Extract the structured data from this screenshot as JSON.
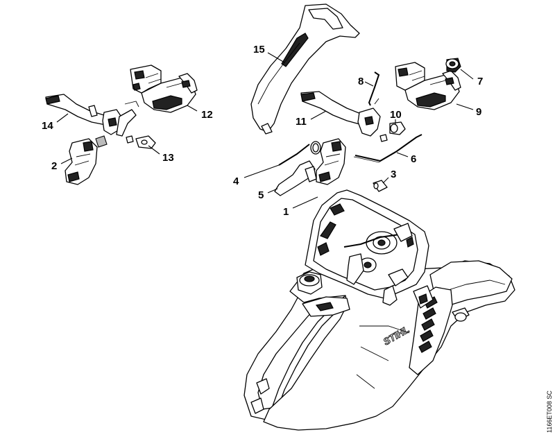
{
  "labels": [
    {
      "id": "l1",
      "text": "1"
    },
    {
      "id": "l2",
      "text": "2"
    },
    {
      "id": "l3",
      "text": "3"
    },
    {
      "id": "l4",
      "text": "4"
    },
    {
      "id": "l5",
      "text": "5"
    },
    {
      "id": "l6",
      "text": "6"
    },
    {
      "id": "l7",
      "text": "7"
    },
    {
      "id": "l8",
      "text": "8"
    },
    {
      "id": "l9",
      "text": "9"
    },
    {
      "id": "l10",
      "text": "10"
    },
    {
      "id": "l11",
      "text": "11"
    },
    {
      "id": "l12",
      "text": "12"
    },
    {
      "id": "l13",
      "text": "13"
    },
    {
      "id": "l14",
      "text": "14"
    },
    {
      "id": "l15",
      "text": "15"
    }
  ],
  "brand_logo": "STIHL",
  "drawing_code": "1166ET008 SC"
}
